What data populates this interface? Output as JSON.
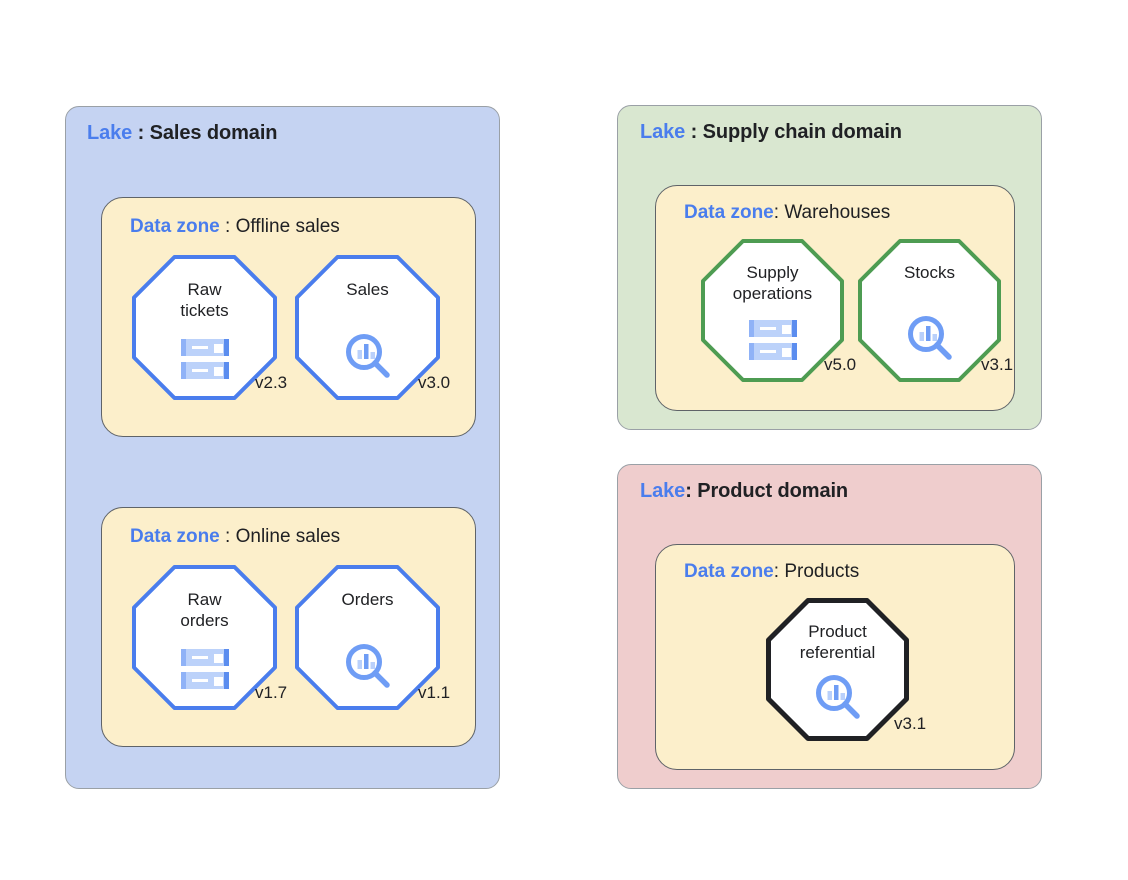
{
  "diagram": {
    "title": "Data lake domain / data zone / dataset diagram",
    "colors": {
      "accent_blue": "#4a7ded",
      "lake_sales_bg": "#c5d3f2",
      "lake_supply_bg": "#d9e7d0",
      "lake_product_bg": "#efcdcd",
      "zone_bg": "#fcefcb",
      "node_blue_border": "#4a7ded",
      "node_green_border": "#4e9c52",
      "node_dark_border": "#202124",
      "node_fill": "#ffffff",
      "icon_blue": "#6f9df5",
      "text": "#202124"
    }
  },
  "lakes": [
    {
      "id": "sales",
      "keyword": "Lake",
      "separator": " : ",
      "name": "Sales domain",
      "background": "#c5d3f2",
      "zones": [
        {
          "id": "offline-sales",
          "keyword": "Data zone",
          "separator": " : ",
          "name": "Offline sales",
          "nodes": [
            {
              "id": "raw-tickets",
              "label": "Raw\ntickets",
              "version": "v2.3",
              "icon": "database-icon",
              "border": "#4a7ded"
            },
            {
              "id": "sales",
              "label": "Sales",
              "version": "v3.0",
              "icon": "analytics-magnifier-icon",
              "border": "#4a7ded"
            }
          ]
        },
        {
          "id": "online-sales",
          "keyword": "Data zone",
          "separator": " : ",
          "name": "Online sales",
          "nodes": [
            {
              "id": "raw-orders",
              "label": "Raw\norders",
              "version": "v1.7",
              "icon": "database-icon",
              "border": "#4a7ded"
            },
            {
              "id": "orders",
              "label": "Orders",
              "version": "v1.1",
              "icon": "analytics-magnifier-icon",
              "border": "#4a7ded"
            }
          ]
        }
      ]
    },
    {
      "id": "supply-chain",
      "keyword": "Lake",
      "separator": " : ",
      "name": "Supply chain domain",
      "background": "#d9e7d0",
      "zones": [
        {
          "id": "warehouses",
          "keyword": "Data zone",
          "separator": ": ",
          "name": "Warehouses",
          "nodes": [
            {
              "id": "supply-operations",
              "label": "Supply\noperations",
              "version": "v5.0",
              "icon": "database-icon",
              "border": "#4e9c52"
            },
            {
              "id": "stocks",
              "label": "Stocks",
              "version": "v3.1",
              "icon": "analytics-magnifier-icon",
              "border": "#4e9c52"
            }
          ]
        }
      ]
    },
    {
      "id": "product",
      "keyword": "Lake",
      "separator": ": ",
      "name": "Product domain",
      "background": "#efcdcd",
      "zones": [
        {
          "id": "products",
          "keyword": "Data zone",
          "separator": ": ",
          "name": "Products",
          "nodes": [
            {
              "id": "product-referential",
              "label": "Product\nreferential",
              "version": "v3.1",
              "icon": "analytics-magnifier-icon",
              "border": "#202124"
            }
          ]
        }
      ]
    }
  ]
}
